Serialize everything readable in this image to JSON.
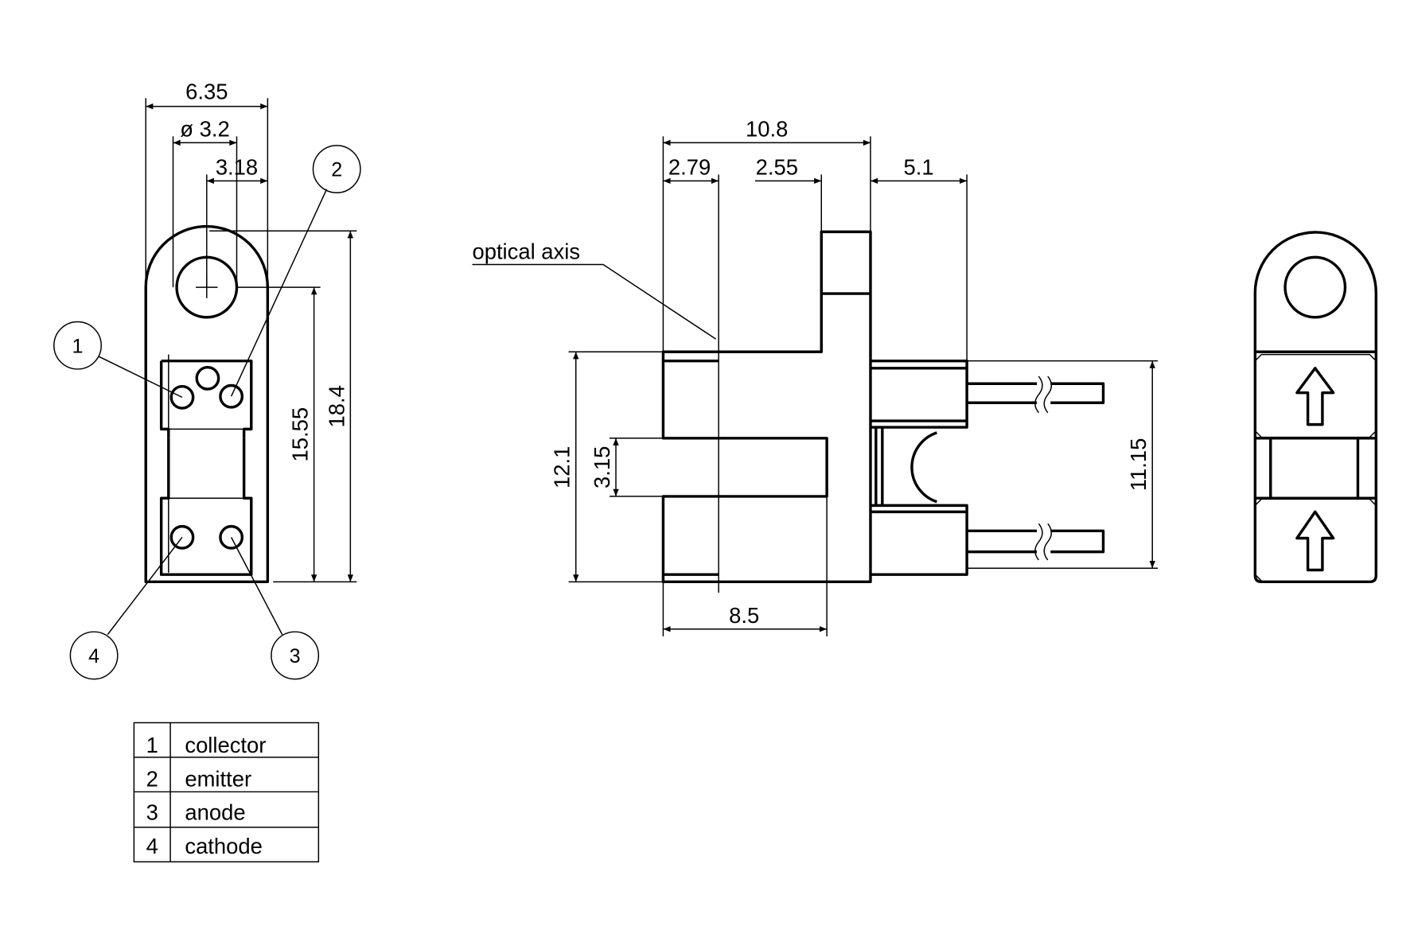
{
  "dimensions": {
    "width_total": "6.35",
    "hole_diameter": "ø 3.2",
    "hole_offset": "3.18",
    "height_total": "18.4",
    "hole_to_bottom": "15.55",
    "depth_total": "10.8",
    "optical_axis_offset": "2.79",
    "tab_offset": "2.55",
    "connector_length": "5.1",
    "body_height": "12.1",
    "slot_width": "3.15",
    "connector_height": "11.15",
    "slot_depth": "8.5"
  },
  "labels": {
    "optical_axis": "optical axis"
  },
  "callouts": [
    "1",
    "2",
    "3",
    "4"
  ],
  "pin_table": [
    {
      "num": "1",
      "name": "collector"
    },
    {
      "num": "2",
      "name": "emitter"
    },
    {
      "num": "3",
      "name": "anode"
    },
    {
      "num": "4",
      "name": "cathode"
    }
  ]
}
